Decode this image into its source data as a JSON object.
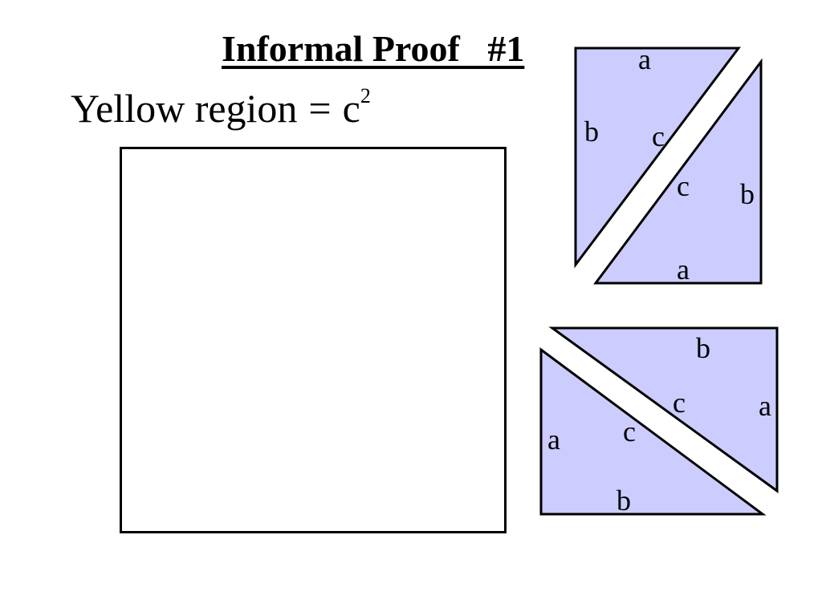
{
  "title": "Informal Proof   #1",
  "equation": {
    "lhs": "Yellow region",
    "op": "=",
    "rhs": "c",
    "exponent": "2"
  },
  "colors": {
    "triangle_fill": "#ccccff",
    "stroke": "#000000"
  },
  "triangles": [
    {
      "top_side": "a",
      "left_side": "b",
      "hyp": "c"
    },
    {
      "hyp": "c",
      "right_side": "b",
      "bottom_side": "a"
    },
    {
      "top_side": "b",
      "hyp": "c",
      "right_side": "a"
    },
    {
      "hyp": "c",
      "left_side": "a",
      "bottom_side": "b"
    }
  ]
}
